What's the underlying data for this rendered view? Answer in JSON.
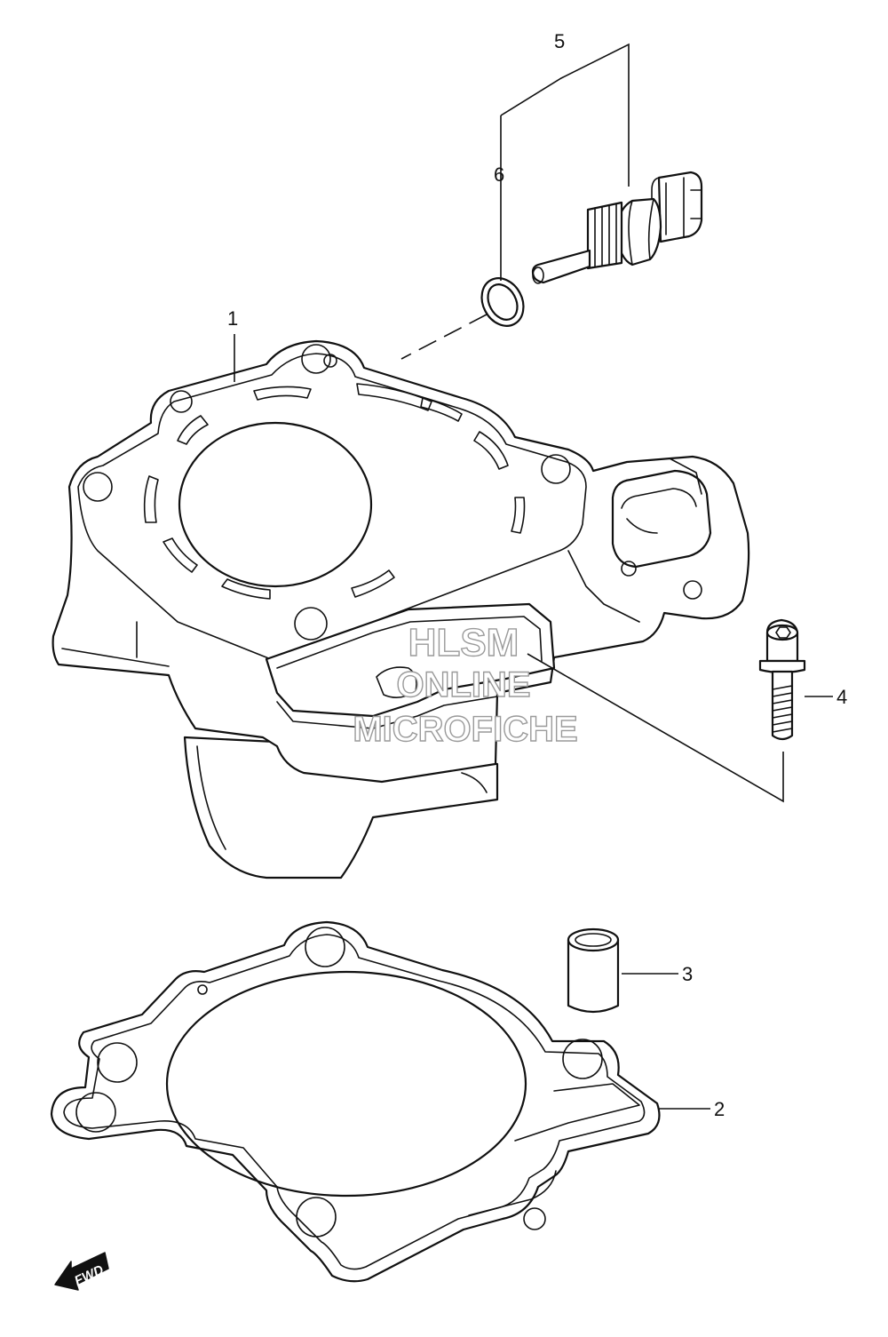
{
  "callouts": [
    {
      "id": "1",
      "label": "1"
    },
    {
      "id": "2",
      "label": "2"
    },
    {
      "id": "3",
      "label": "3"
    },
    {
      "id": "4",
      "label": "4"
    },
    {
      "id": "5",
      "label": "5"
    },
    {
      "id": "6",
      "label": "6"
    }
  ],
  "watermark": {
    "line1": "HLSM",
    "line2": "ONLINE",
    "line3": "MICROFICHE"
  },
  "direction_badge": {
    "label": "FWD",
    "icon": "arrow-icon"
  }
}
